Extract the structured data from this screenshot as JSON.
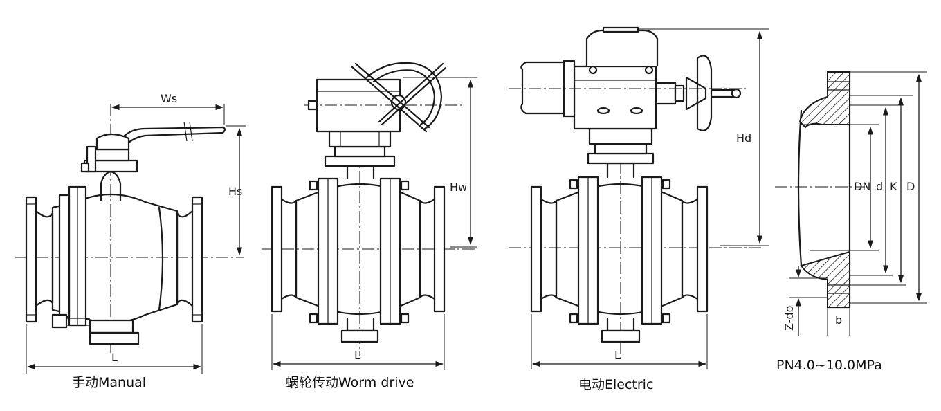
{
  "figures": {
    "manual": {
      "caption": "手动Manual",
      "labels": {
        "ws": "Ws",
        "hs": "Hs",
        "l": "L"
      }
    },
    "worm": {
      "caption": "蜗轮传动Worm drive",
      "labels": {
        "hw": "Hw",
        "l": "L"
      }
    },
    "electric": {
      "caption": "电动Electric",
      "labels": {
        "hd": "Hd",
        "l": "L"
      }
    },
    "flange": {
      "caption": "PN4.0~10.0MPa",
      "labels": {
        "dn": "DN",
        "d_small": "d",
        "k": "K",
        "d_large": "D",
        "b": "b",
        "z_do": "Z-do"
      }
    }
  },
  "colors": {
    "ink": "#1a1a1a",
    "background": "#ffffff"
  }
}
